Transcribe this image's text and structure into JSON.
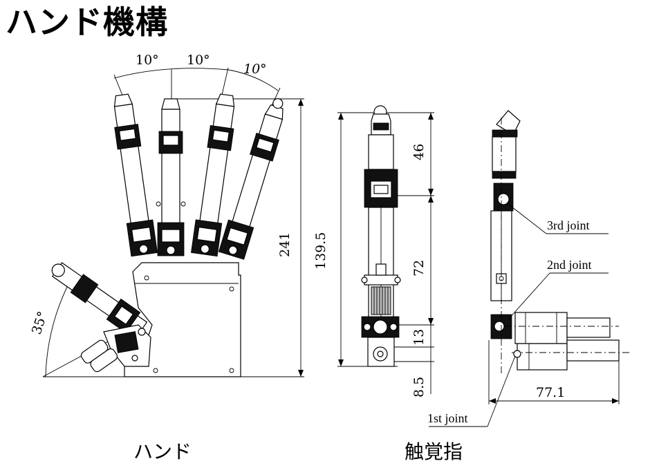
{
  "title": "ハンド機構",
  "captions": {
    "hand": "ハンド",
    "tactile_finger": "触覚指"
  },
  "hand_view": {
    "angle_1": "10°",
    "angle_2": "10°",
    "angle_3": "10°",
    "thumb_angle": "35°",
    "height": "241"
  },
  "front_view": {
    "total_length": "139.5",
    "seg_top": "46",
    "seg_mid": "72",
    "seg_joint": "13",
    "seg_base": "8.5"
  },
  "side_view": {
    "joint_3": "3rd joint",
    "joint_2": "2nd joint",
    "joint_1": "1st joint",
    "width": "77.1"
  }
}
